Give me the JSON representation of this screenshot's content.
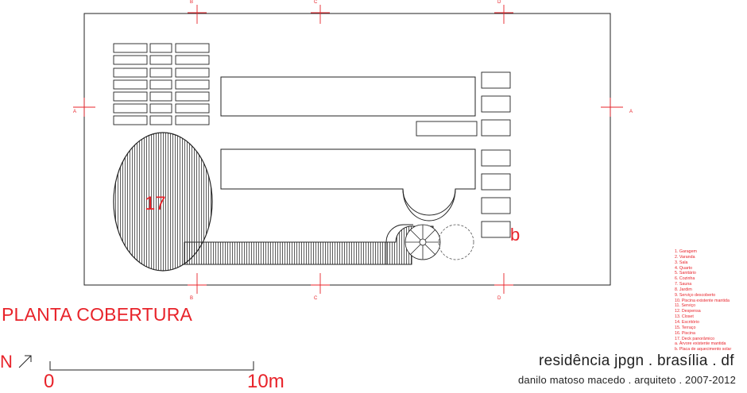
{
  "drawing": {
    "title": "PLANTA COBERTURA",
    "north_label": "N",
    "scale": {
      "start": "0",
      "end": "10m"
    },
    "room_label": "17",
    "solar_label": "b",
    "project_title": "residência jpgn . brasília . df",
    "credits": "danilo matoso macedo . arquiteto . 2007-2012",
    "section_marks": {
      "A": "A",
      "B": "B",
      "C": "C",
      "D": "D"
    },
    "colors": {
      "annotation": "#e8232a",
      "line": "#222222",
      "background": "#ffffff"
    }
  },
  "legend": [
    "1.  Garagem",
    "2.  Varanda",
    "3.  Sala",
    "4.  Quarto",
    "5.  Sanitário",
    "6.  Cozinha",
    "7.  Sauna",
    "8.  Jardim",
    "9.  Serviço descoberto",
    "10. Piscina existente mantida",
    "11. Serviço",
    "12. Despensa",
    "13. Closet",
    "14. Escritório",
    "15. Terraço",
    "16. Piscina",
    "17. Deck panorâmico",
    "a.  Árvore existente mantida",
    "b.  Placa de aquecimento solar"
  ]
}
